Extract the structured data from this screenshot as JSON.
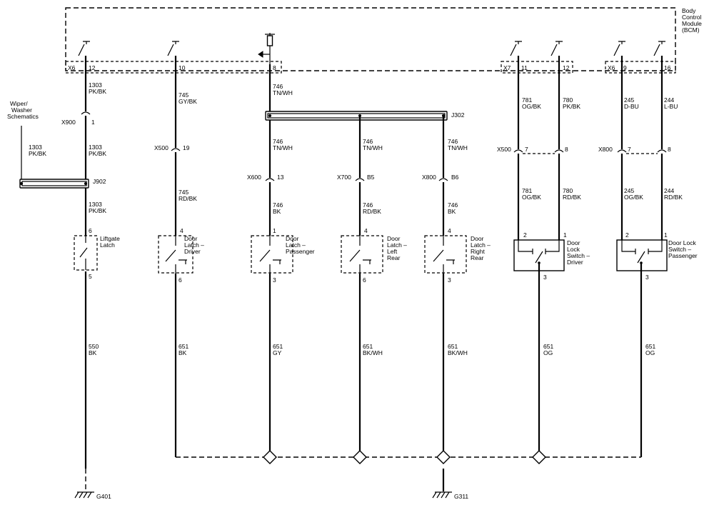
{
  "module": {
    "name_lines": [
      "Body",
      "Control",
      "Module",
      "(BCM)"
    ]
  },
  "pins": [
    {
      "conn": "X6",
      "pin": "12"
    },
    {
      "conn": "",
      "pin": "10"
    },
    {
      "conn": "",
      "pin": "8"
    },
    {
      "conn": "X7",
      "pin": "11"
    },
    {
      "conn": "",
      "pin": "12"
    },
    {
      "conn": "X6",
      "pin": "9"
    },
    {
      "conn": "",
      "pin": "16"
    }
  ],
  "wires": [
    {
      "num": "1303",
      "color": "PK/BK"
    },
    {
      "num": "1303",
      "color": "PK/BK"
    },
    {
      "num": "1303",
      "color": "PK/BK"
    },
    {
      "num": "1303",
      "color": "PK/BK"
    },
    {
      "num": "745",
      "color": "GY/BK"
    },
    {
      "num": "745",
      "color": "RD/BK"
    },
    {
      "num": "746",
      "color": "TN/WH"
    },
    {
      "num": "746",
      "color": "TN/WH"
    },
    {
      "num": "746",
      "color": "TN/WH"
    },
    {
      "num": "746",
      "color": "TN/WH"
    },
    {
      "num": "746",
      "color": "BK"
    },
    {
      "num": "746",
      "color": "RD/BK"
    },
    {
      "num": "746",
      "color": "BK"
    },
    {
      "num": "781",
      "color": "OG/BK"
    },
    {
      "num": "780",
      "color": "PK/BK"
    },
    {
      "num": "781",
      "color": "OG/BK"
    },
    {
      "num": "780",
      "color": "RD/BK"
    },
    {
      "num": "245",
      "color": "D-BU"
    },
    {
      "num": "244",
      "color": "L-BU"
    },
    {
      "num": "245",
      "color": "OG/BK"
    },
    {
      "num": "244",
      "color": "RD/BK"
    },
    {
      "num": "550",
      "color": "BK"
    },
    {
      "num": "651",
      "color": "BK"
    },
    {
      "num": "651",
      "color": "GY"
    },
    {
      "num": "651",
      "color": "BK/WH"
    },
    {
      "num": "651",
      "color": "BK/WH"
    },
    {
      "num": "651",
      "color": "OG"
    },
    {
      "num": "651",
      "color": "OG"
    }
  ],
  "inline": [
    {
      "conn": "X900",
      "pin": "1"
    },
    {
      "conn": "X500",
      "pin": "19"
    },
    {
      "conn": "X600",
      "pin": "13"
    },
    {
      "conn": "X700",
      "pin": "B5"
    },
    {
      "conn": "X800",
      "pin": "B6"
    },
    {
      "conn": "X500",
      "pin": "7"
    },
    {
      "conn": "",
      "pin": "8"
    },
    {
      "conn": "X800",
      "pin": "7"
    },
    {
      "conn": "",
      "pin": "8"
    }
  ],
  "splices": [
    "J302",
    "J902"
  ],
  "wiper": [
    "Wiper/",
    "Washer",
    "Schematics"
  ],
  "components": [
    {
      "lines": [
        "Liftgate",
        "Latch"
      ],
      "pin_top": "6",
      "pin_bottom": "5"
    },
    {
      "lines": [
        "Door",
        "Latch –",
        "Driver"
      ],
      "pin_top": "4",
      "pin_bottom": "6"
    },
    {
      "lines": [
        "Door",
        "Latch –",
        "Passenger"
      ],
      "pin_top": "1",
      "pin_bottom": "3"
    },
    {
      "lines": [
        "Door",
        "Latch –",
        "Left",
        "Rear"
      ],
      "pin_top": "4",
      "pin_bottom": "6"
    },
    {
      "lines": [
        "Door",
        "Latch –",
        "Right",
        "Rear"
      ],
      "pin_top": "4",
      "pin_bottom": "3"
    },
    {
      "lines": [
        "Door",
        "Lock",
        "Switch –",
        "Driver"
      ],
      "pin_left": "2",
      "pin_right": "1",
      "pin_bottom": "3"
    },
    {
      "lines": [
        "Door Lock",
        "Switch –",
        "Passenger"
      ],
      "pin_left": "2",
      "pin_right": "1",
      "pin_bottom": "3"
    }
  ],
  "grounds": [
    "G401",
    "G311"
  ]
}
